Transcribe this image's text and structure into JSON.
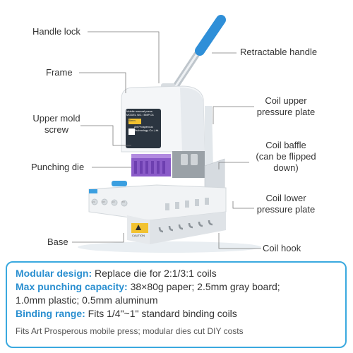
{
  "labels": {
    "handle_lock": "Handle lock",
    "frame": "Frame",
    "upper_mold_screw": "Upper mold\nscrew",
    "punching_die": "Punching die",
    "base": "Base",
    "retractable_handle": "Retractable handle",
    "coil_upper_pressure_plate": "Coil upper\npressure plate",
    "coil_baffle": "Coil baffle\n(can be flipped\ndown)",
    "coil_lower_pressure_plate": "Coil lower\npressure plate",
    "coil_hook": "Coil hook"
  },
  "device": {
    "panel_title": "Mobile manual press",
    "panel_model": "MODEL NO.: BMP-01",
    "panel_size": "2*5mm",
    "panel_brand": "Art Prosperous",
    "panel_brand_sub": "Technology Co.,Ltd.",
    "caution": "CAUTION",
    "buttons": [
      "1/4",
      "3/8",
      "1/2",
      "5/8"
    ]
  },
  "info": {
    "modular_key": "Modular design:",
    "modular_val": " Replace die for 2:1/3:1 coils",
    "capacity_key": "Max punching capacity:",
    "capacity_val": " 38×80g paper; 2.5mm gray board;",
    "capacity_val2": "1.0mm plastic; 0.5mm aluminum",
    "binding_key": "Binding range:",
    "binding_val": " Fits 1/4\"~1\" standard binding coils",
    "footer": "Fits Art Prosperous mobile press; modular dies cut DIY costs"
  },
  "colors": {
    "accent": "#2a8fd0",
    "border": "#3aa9df",
    "handle_grip": "#2f8fd8",
    "die_purple": "#8a5bc8"
  }
}
